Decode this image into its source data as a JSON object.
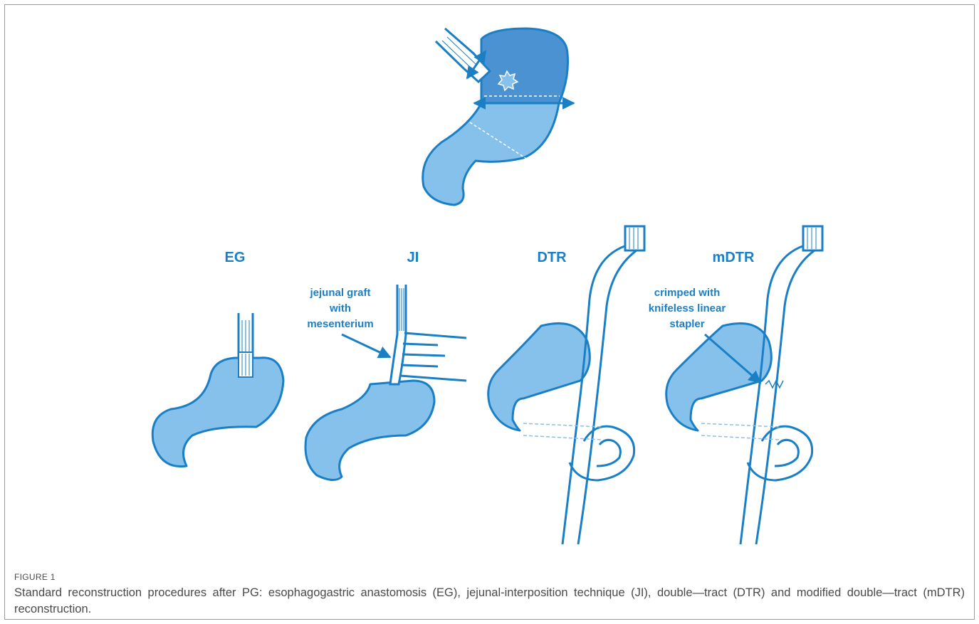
{
  "figure": {
    "labels": {
      "eg": "EG",
      "ji": "JI",
      "dtr": "DTR",
      "mdtr": "mDTR"
    },
    "annotations": {
      "ji_line1": "jejunal graft",
      "ji_line2": "with",
      "ji_line3": "mesenterium",
      "mdtr_line1": "crimped with",
      "mdtr_line2": "knifeless linear",
      "mdtr_line3": "stapler"
    },
    "colors": {
      "stomach_dark": "#4a92d1",
      "stomach_light": "#86c1ec",
      "outline": "#1a7fc4",
      "text": "#1a7fc4"
    }
  },
  "caption": {
    "title": "FIGURE 1",
    "text": "Standard reconstruction procedures after PG: esophagogastric anastomosis (EG), jejunal-interposition technique (JI), double—tract (DTR) and modified double—tract (mDTR) reconstruction."
  }
}
